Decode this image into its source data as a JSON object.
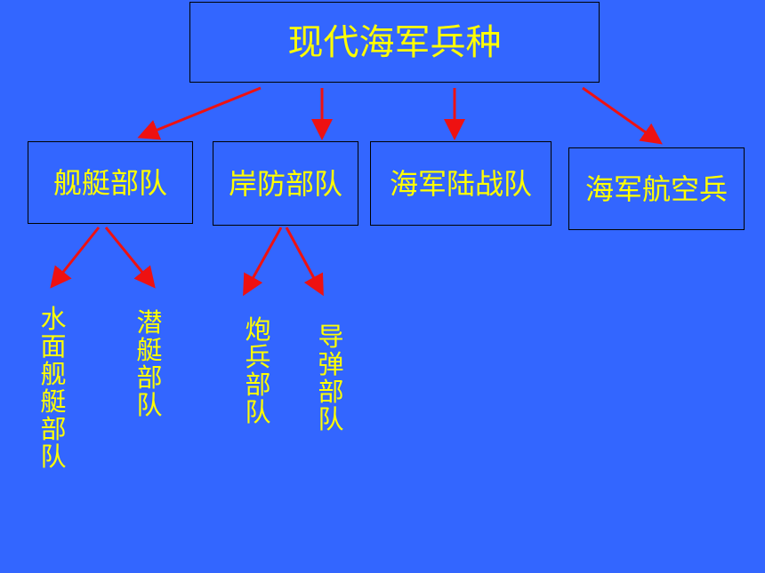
{
  "colors": {
    "background": "#3366ff",
    "text": "#ffff00",
    "arrow": "#ee1111",
    "border": "#000000"
  },
  "root": {
    "label": "现代海军兵种"
  },
  "branches": [
    {
      "label": "舰艇部队"
    },
    {
      "label": "岸防部队"
    },
    {
      "label": "海军陆战队"
    },
    {
      "label": "海军航空兵"
    }
  ],
  "leaves": [
    {
      "label": "水面舰艇部队",
      "parent": "舰艇部队"
    },
    {
      "label": "潜艇部队",
      "parent": "舰艇部队"
    },
    {
      "label": "炮兵部队",
      "parent": "岸防部队"
    },
    {
      "label": "导弹部队",
      "parent": "岸防部队"
    }
  ]
}
